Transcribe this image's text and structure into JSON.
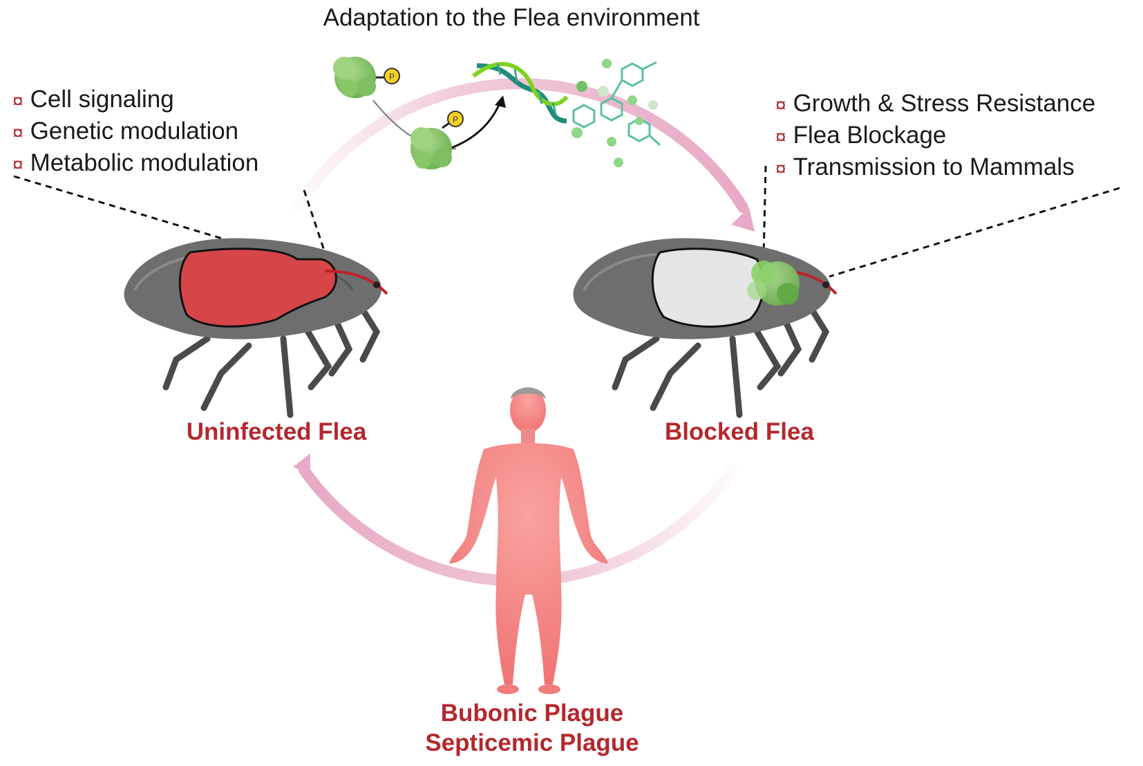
{
  "title": "Adaptation to the Flea environment",
  "bullet_glyph": "¤",
  "left_list": [
    "Cell signaling",
    "Genetic modulation",
    "Metabolic modulation"
  ],
  "right_list": [
    "Growth & Stress Resistance",
    "Flea Blockage",
    "Transmission to Mammals"
  ],
  "labels": {
    "uninfected": "Uninfected Flea",
    "blocked": "Blocked Flea",
    "plague1": "Bubonic Plague",
    "plague2": "Septicemic Plague"
  },
  "phosphate_label": "P",
  "colors": {
    "accent_red": "#b3282d",
    "cycle_pink": "#e8a9c6",
    "gut_red": "#d64548",
    "bacteria_green": "#7cc35d",
    "dna_teal": "#1f8c7a",
    "human_pink": "#f27c7c",
    "flea_gray": "#6e6e6e"
  },
  "icons": [
    "bacterium-icon",
    "phosphate-icon",
    "dna-icon",
    "molecule-icon",
    "flea-icon",
    "human-icon"
  ]
}
